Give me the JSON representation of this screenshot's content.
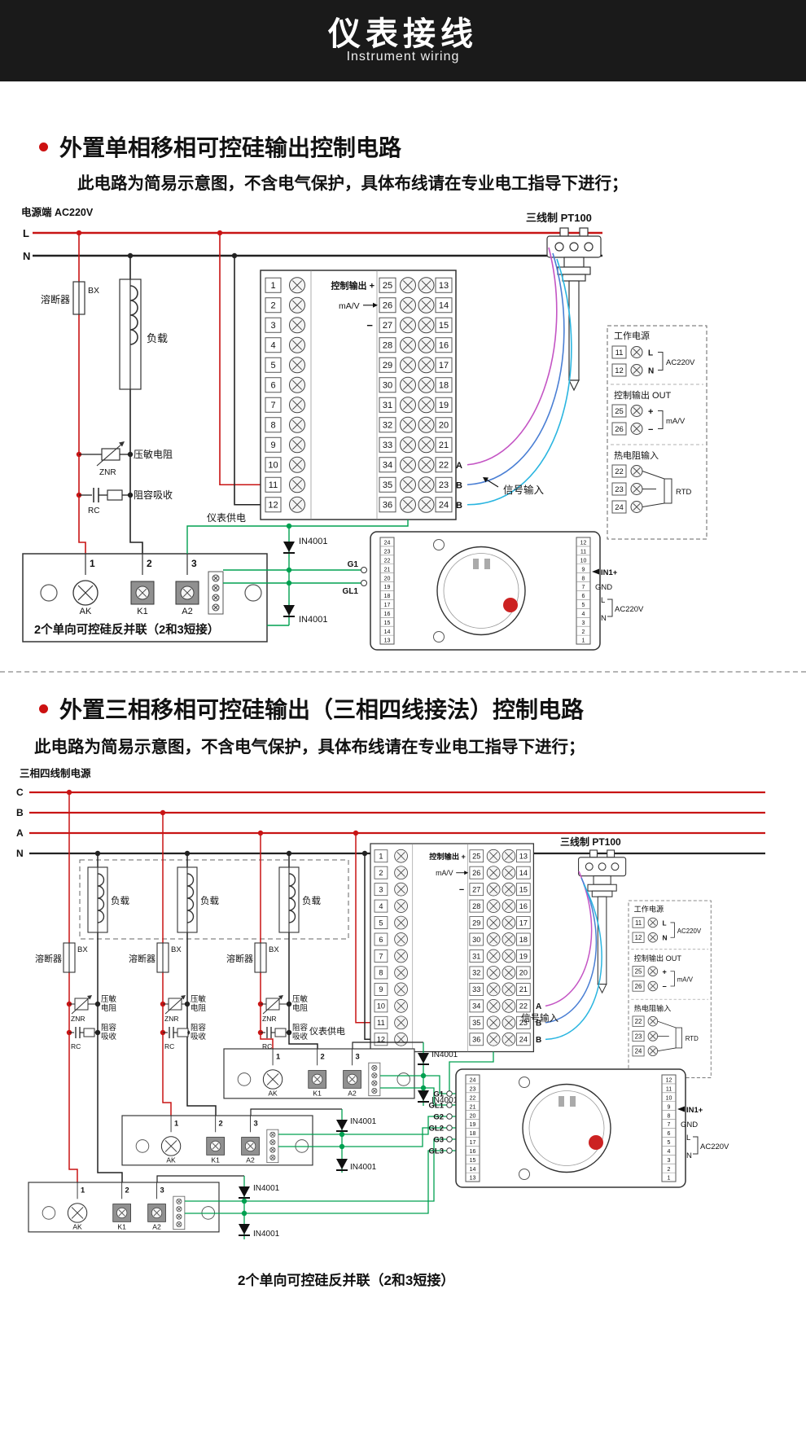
{
  "header": {
    "title": "仪表接线",
    "subtitle": "Instrument wiring"
  },
  "section1": {
    "title": "外置单相移相可控硅输出控制电路",
    "warning": "此电路为简易示意图，不含电气保护，具体布线请在专业电工指导下进行；",
    "power_label": "电源端  AC220V",
    "line_l": "L",
    "line_n": "N",
    "fuse_label": "溶断器",
    "fuse_code": "BX",
    "load_label": "负载",
    "varistor_label": "压敏电阻",
    "varistor_code": "ZNR",
    "snubber_label": "阻容吸收",
    "snubber_code": "RC",
    "meter_supply_label": "仪表供电",
    "pt100_label": "三线制 PT100",
    "signal_input_label": "信号输入",
    "scr_note": "2个单向可控硅反并联（2和3短接）",
    "wire_labels": [
      "A",
      "B",
      "B"
    ],
    "g_labels": [
      "G1",
      "GL1"
    ],
    "diode_label": "IN4001"
  },
  "section2": {
    "title": "外置三相移相可控硅输出（三相四线接法）控制电路",
    "warning": "此电路为简易示意图，不含电气保护，具体布线请在专业电工指导下进行；",
    "power_label": "三相四线制电源",
    "line_labels": [
      "C",
      "B",
      "A",
      "N"
    ],
    "load_label": "负载",
    "fuse_label": "溶断器",
    "fuse_code": "BX",
    "varistor_lines": [
      "压敏",
      "电阻"
    ],
    "varistor_code": "ZNR",
    "snubber_lines": [
      "阻容",
      "吸收"
    ],
    "snubber_code": "RC",
    "meter_supply_label": "仪表供电",
    "pt100_label": "三线制 PT100",
    "signal_input_label": "信号输入",
    "scr_note": "2个单向可控硅反并联（2和3短接）",
    "wire_labels": [
      "A",
      "B",
      "B"
    ],
    "g_labels": [
      "G1",
      "GL1",
      "G2",
      "GL2",
      "G3",
      "GL3"
    ],
    "diode_label": "IN4001"
  },
  "terminal_block": {
    "left": [
      "1",
      "2",
      "3",
      "4",
      "5",
      "6",
      "7",
      "8",
      "9",
      "10",
      "11",
      "12"
    ],
    "mid": [
      "25",
      "26",
      "27",
      "28",
      "29",
      "30",
      "31",
      "32",
      "33",
      "34",
      "35",
      "36"
    ],
    "right": [
      "13",
      "14",
      "15",
      "16",
      "17",
      "18",
      "19",
      "20",
      "21",
      "22",
      "23",
      "24"
    ],
    "control_output_label": "控制输出 +",
    "mav_label": "mA/V",
    "minus_label": "−"
  },
  "side_panel": {
    "work_power_title": "工作电源",
    "work_rows": [
      {
        "num": "11",
        "label": "L"
      },
      {
        "num": "12",
        "label": "N"
      }
    ],
    "work_voltage": "AC220V",
    "control_title": "控制输出 OUT",
    "control_rows": [
      {
        "num": "25",
        "label": "+"
      },
      {
        "num": "26",
        "label": "−"
      }
    ],
    "control_unit": "mA/V",
    "rtd_title": "热电阻输入",
    "rtd_rows": [
      "22",
      "23",
      "24"
    ],
    "rtd_label": "RTD"
  },
  "scr_module": {
    "pins": [
      "1",
      "2",
      "3"
    ],
    "terminal_labels": [
      "AK",
      "K1",
      "A2"
    ]
  },
  "meter": {
    "left_terminals": [
      "24",
      "23",
      "22",
      "21",
      "20",
      "19",
      "18",
      "17",
      "16",
      "15",
      "14",
      "13"
    ],
    "right_terminals": [
      "12",
      "11",
      "10",
      "9",
      "8",
      "7",
      "6",
      "5",
      "4",
      "3",
      "2",
      "1"
    ],
    "right_labels": [
      "IN1+",
      "GND",
      "L",
      "AC220V",
      "N"
    ]
  },
  "colors": {
    "phase_red": "#c81414",
    "neutral_black": "#222222",
    "wire_green": "#00a050",
    "wire_magenta": "#c455c4",
    "wire_blue": "#4a7fd4",
    "wire_cyan": "#2ab5e0",
    "header_bg": "#1a1a1a",
    "accent_red": "#cc1111"
  }
}
